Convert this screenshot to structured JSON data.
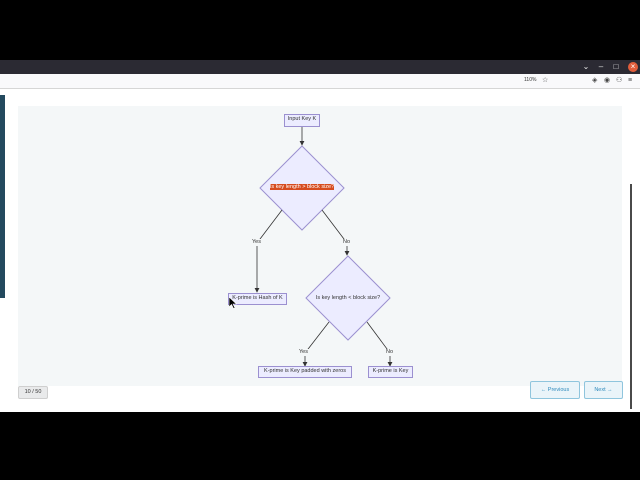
{
  "browser": {
    "zoom": "110%",
    "window_controls": {
      "minimize": "–",
      "maximize": "□",
      "close": "×"
    },
    "icons": [
      "star-icon",
      "shield-icon",
      "account-icon",
      "extensions-icon",
      "menu-icon"
    ]
  },
  "flowchart": {
    "nodes": {
      "start": "Input Key K",
      "decision1": "Is key length > block size?",
      "hash": "K-prime is Hash of K",
      "decision2": "Is key length < block size?",
      "pad": "K-prime is Key padded with zeros",
      "same": "K-prime is Key"
    },
    "edges": {
      "d1_yes": "Yes",
      "d1_no": "No",
      "d2_yes": "Yes",
      "d2_no": "No"
    },
    "colors": {
      "node_fill": "#ececff",
      "node_border": "#9b90d0",
      "highlight": "#d64b1f"
    }
  },
  "slide": {
    "counter": "10 / 50",
    "prev": "← Previous",
    "next": "Next →"
  }
}
